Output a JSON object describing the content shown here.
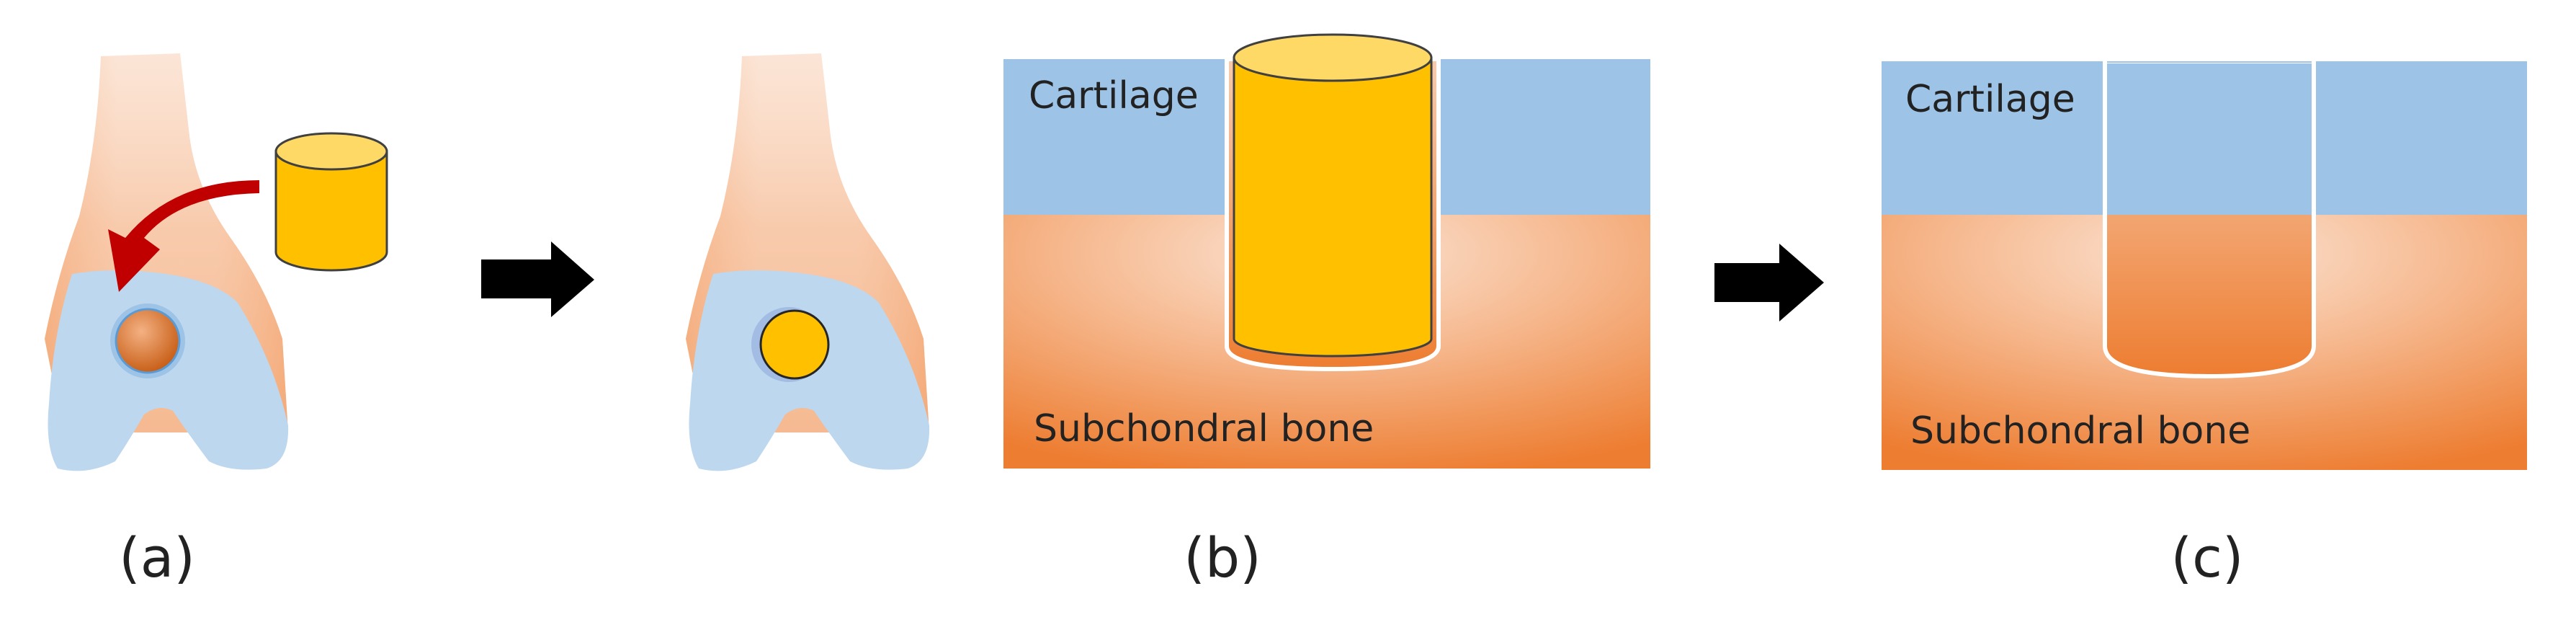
{
  "panels": {
    "a": {
      "caption": "(a)"
    },
    "b": {
      "caption": "(b)",
      "top_layer": "Cartilage",
      "bottom_layer": "Subchondral bone"
    },
    "c": {
      "caption": "(c)",
      "top_layer": "Cartilage",
      "bottom_layer": "Subchondral bone"
    }
  },
  "colors": {
    "cartilage": "#9DC3E6",
    "bone_light": "#F8CBAD",
    "bone_dark": "#ED7D31",
    "plug": "#FFC000",
    "plug_top": "#FFD966",
    "femur_shaft": "#F4B183",
    "condyle": "#BDD7EE",
    "arrow_red": "#C00000",
    "arrow_black": "#000000"
  },
  "icons": [
    "bone-femur-icon",
    "cylinder-plug-icon",
    "curved-insertion-arrow-icon",
    "right-arrow-icon"
  ]
}
